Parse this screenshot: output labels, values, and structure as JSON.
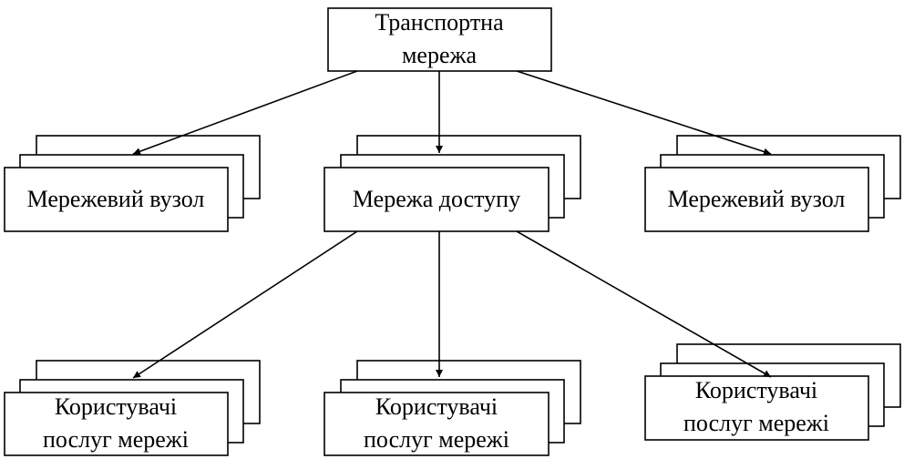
{
  "diagram": {
    "root": {
      "lines": [
        "Транспортна",
        "мережа"
      ]
    },
    "level1": [
      {
        "id": "node-left",
        "lines": [
          "Мережевий вузол"
        ]
      },
      {
        "id": "node-center",
        "lines": [
          "Мережа доступу"
        ]
      },
      {
        "id": "node-right",
        "lines": [
          "Мережевий вузол"
        ]
      }
    ],
    "level2": [
      {
        "id": "users-left",
        "lines": [
          "Користувачі",
          "послуг мережі"
        ]
      },
      {
        "id": "users-center",
        "lines": [
          "Користувачі",
          "послуг мережі"
        ]
      },
      {
        "id": "users-right",
        "lines": [
          "Користувачі",
          "послуг мережі"
        ]
      }
    ],
    "edges": [
      {
        "from": "root",
        "to": "node-left"
      },
      {
        "from": "root",
        "to": "node-center"
      },
      {
        "from": "root",
        "to": "node-right"
      },
      {
        "from": "node-center",
        "to": "users-left"
      },
      {
        "from": "node-center",
        "to": "users-center"
      },
      {
        "from": "node-center",
        "to": "users-right"
      }
    ]
  }
}
